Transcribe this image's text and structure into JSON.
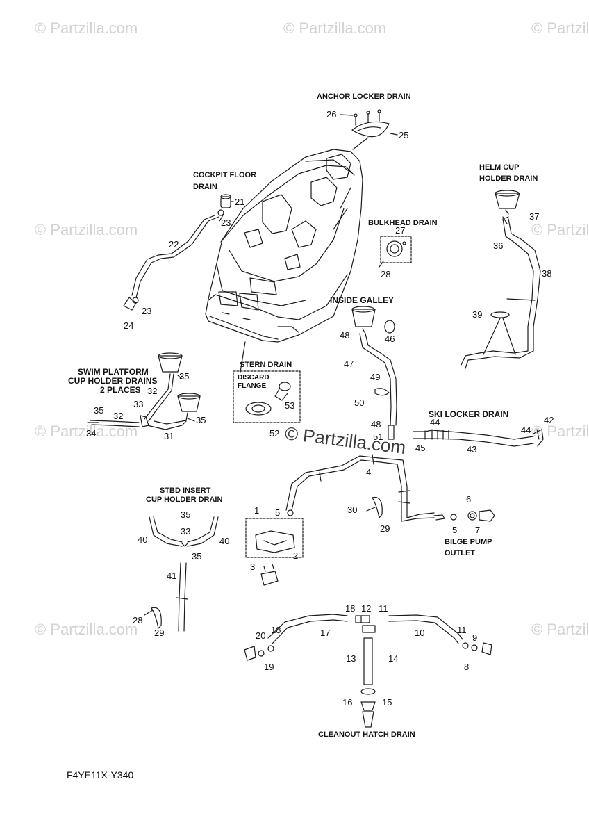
{
  "watermark": {
    "text": "© Partzilla.com",
    "center_text": "© Partzilla.com"
  },
  "figure_code": "F4YE11X-Y340",
  "sections": {
    "anchor_locker": "ANCHOR LOCKER DRAIN",
    "cockpit_floor_1": "COCKPIT FLOOR",
    "cockpit_floor_2": "DRAIN",
    "helm_cup_1": "HELM CUP",
    "helm_cup_2": "HOLDER DRAIN",
    "bulkhead": "BULKHEAD DRAIN",
    "inside_galley": "INSIDE GALLEY",
    "swim_platform_1": "SWIM PLATFORM",
    "swim_platform_2": "CUP HOLDER DRAINS",
    "swim_platform_3": "2 PLACES",
    "stern": "STERN DRAIN",
    "discard_1": "DISCARD",
    "discard_2": "FLANGE",
    "ski_locker": "SKI LOCKER DRAIN",
    "stbd_insert_1": "STBD INSERT",
    "stbd_insert_2": "CUP HOLDER DRAIN",
    "bilge_1": "BILGE PUMP",
    "bilge_2": "OUTLET",
    "cleanout": "CLEANOUT HATCH DRAIN"
  },
  "callouts": {
    "c26": "26",
    "c25": "25",
    "c21": "21",
    "c23a": "23",
    "c22": "22",
    "c23b": "23",
    "c24": "24",
    "c37": "37",
    "c36": "36",
    "c38": "38",
    "c39": "39",
    "c27": "27",
    "c28a": "28",
    "c48a": "48",
    "c46": "46",
    "c47": "47",
    "c49": "49",
    "c50": "50",
    "c48b": "48",
    "c51": "51",
    "c35a": "35",
    "c32a": "32",
    "c33a": "33",
    "c35b": "35",
    "c34": "34",
    "c32b": "32",
    "c35c": "35",
    "c31": "31",
    "c53": "53",
    "c52": "52",
    "c44a": "44",
    "c42": "42",
    "c44b": "44",
    "c45": "45",
    "c43": "43",
    "c4": "4",
    "c1": "1",
    "c5a": "5",
    "c2": "2",
    "c3": "3",
    "c30": "30",
    "c29a": "29",
    "c6": "6",
    "c5b": "5",
    "c7": "7",
    "c35d": "35",
    "c40a": "40",
    "c33b": "33",
    "c40b": "40",
    "c35e": "35",
    "c41": "41",
    "c28b": "28",
    "c29b": "29",
    "c18a": "18",
    "c12": "12",
    "c11a": "11",
    "c20": "20",
    "c18b": "18",
    "c17": "17",
    "c10": "10",
    "c11b": "11",
    "c9": "9",
    "c13": "13",
    "c14": "14",
    "c19": "19",
    "c8": "8",
    "c16": "16",
    "c15": "15"
  },
  "colors": {
    "line": "#1a1a1a",
    "watermark": "#d2d2d2"
  }
}
